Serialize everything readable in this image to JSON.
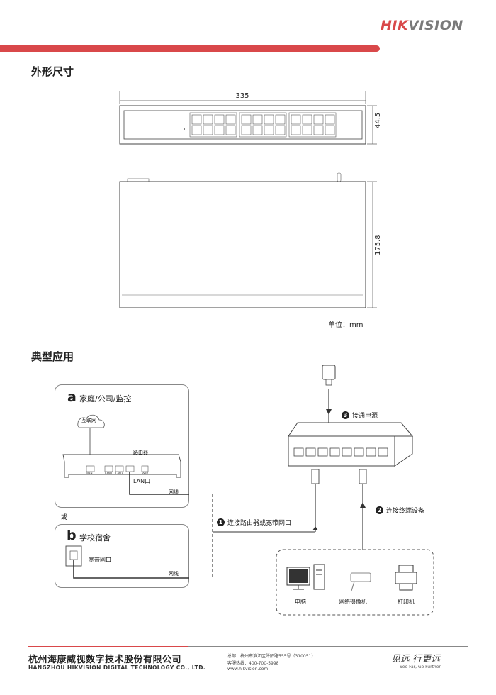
{
  "header": {
    "brand_hik": "HIK",
    "brand_vision": "VISION",
    "accent_color": "#d9484a"
  },
  "dimensions": {
    "title": "外形尺寸",
    "width_label": "335",
    "height_label": "44.5",
    "depth_label": "175.8",
    "unit_label": "单位：mm"
  },
  "application": {
    "title": "典型应用",
    "scenario_a": {
      "letter": "a",
      "label": "家庭/公司/监控",
      "internet": "互联网",
      "router": "路由器",
      "router_ports": [
        "WAN",
        "LAN1",
        "LAN2",
        "PWR"
      ],
      "lan_port": "LAN口",
      "cable": "网线"
    },
    "or_label": "或",
    "scenario_b": {
      "letter": "b",
      "label": "学校宿舍",
      "broadband_port": "宽带网口",
      "cable": "网线"
    },
    "steps": [
      {
        "num": "1",
        "label": "连接路由器或宽带网口"
      },
      {
        "num": "2",
        "label": "连接终端设备"
      },
      {
        "num": "3",
        "label": "接通电源"
      }
    ],
    "devices": [
      "电脑",
      "网络摄像机",
      "打印机"
    ]
  },
  "footer": {
    "company_cn": "杭州海康威视数字技术股份有限公司",
    "company_en": "HANGZHOU HIKVISION DIGITAL TECHNOLOGY CO., LTD.",
    "address": "总部：杭州市滨江区阡陌路555号（310051）",
    "hotline": "客服热线：400-700-5998",
    "website": "www.hikvision.com",
    "slogan_cn": "见远 行更远",
    "slogan_en": "See Far, Go Further"
  }
}
